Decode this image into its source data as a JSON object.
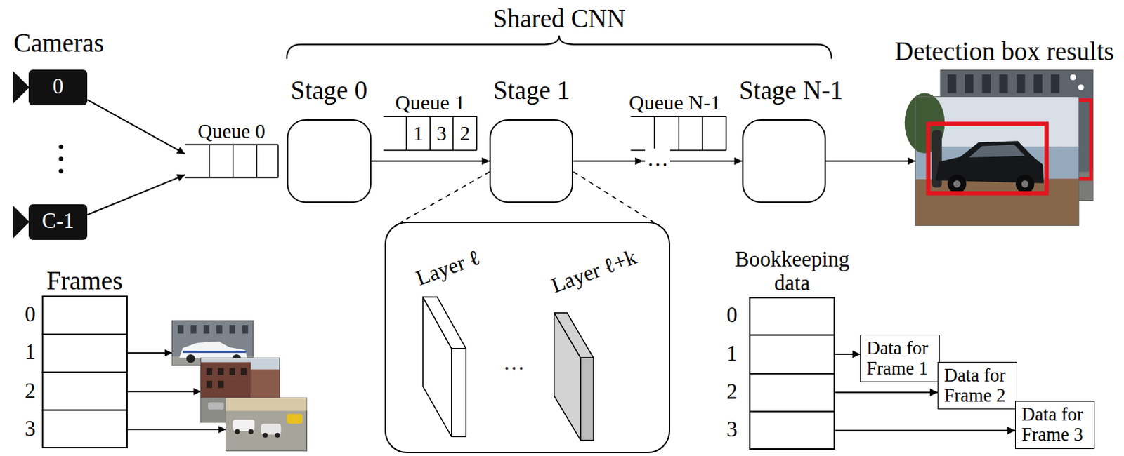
{
  "diagram": {
    "nodes": [
      {
        "text": [
          "0"
        ]
      },
      {
        "text": [
          "C-1"
        ]
      },
      {
        "text": [
          "Queue 0"
        ]
      },
      {
        "text": [
          "Stage 0"
        ]
      },
      {
        "text": [
          "Queue 1"
        ]
      },
      {
        "text": [
          "Stage 1"
        ]
      },
      {
        "text": [
          "Queue N-1"
        ]
      },
      {
        "text": [
          "Stage N-1"
        ]
      },
      {
        "text": [
          "Detection box results"
        ]
      },
      {
        "text": [
          "Frames"
        ]
      },
      {
        "text": [
          "Layer ℓ",
          "…",
          "Layer ℓ+k"
        ]
      },
      {
        "text": [
          "Bookkeeping data"
        ]
      },
      {
        "text": [
          "Data for Frame 1"
        ]
      },
      {
        "text": [
          "Data for Frame 2"
        ]
      },
      {
        "text": [
          "Data for Frame 3"
        ]
      }
    ],
    "edges": [
      {
        "from": 0,
        "to": 2,
        "arrow": "to"
      },
      {
        "from": 1,
        "to": 2,
        "arrow": "to"
      },
      {
        "from": 3,
        "to": 5,
        "arrow": "to"
      },
      {
        "from": 5,
        "to": 7,
        "arrow": "to",
        "label": "…"
      },
      {
        "from": 7,
        "to": 8,
        "arrow": "to"
      },
      {
        "from": 5,
        "to": 10,
        "arrow": "none"
      },
      {
        "from": 11,
        "to": 12,
        "arrow": "to"
      },
      {
        "from": 11,
        "to": 13,
        "arrow": "to"
      },
      {
        "from": 11,
        "to": 14,
        "arrow": "to"
      }
    ],
    "labels": [
      "Shared CNN",
      "Cameras",
      "1",
      "3",
      "2",
      "0",
      "1",
      "2",
      "3",
      "0",
      "1",
      "2",
      "3"
    ]
  }
}
